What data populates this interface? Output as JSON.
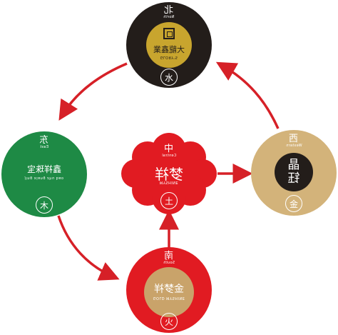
{
  "colors": {
    "north": "#231d1a",
    "north_logo": "#c8a52e",
    "east": "#1e8a45",
    "east_inner": "#ffffff",
    "west": "#d3b37a",
    "west_logo": "#231d1a",
    "south": "#e11b22",
    "south_inner": "#c9a36a",
    "center": "#e11b22",
    "arrow": "#d62027"
  },
  "nodes": {
    "north": {
      "dir_zh": "北",
      "dir_en": "North",
      "brand_zh": "大龍鑫業",
      "brand_en": "GLORY'S",
      "element": "水",
      "icon": "seal-logo-icon"
    },
    "east": {
      "dir_zh": "东",
      "dir_en": "East",
      "brand_zh": "鑫祥珠宝",
      "brand_en": "jing xiang zhu bao",
      "element": "木"
    },
    "west": {
      "dir_zh": "西",
      "dir_en": "Western",
      "brand_zh": "晶钰",
      "element": "金"
    },
    "south": {
      "dir_zh": "南",
      "dir_en": "South",
      "brand_zh": "金梦祥",
      "brand_en": "GOLD MYSHINE",
      "element": "火"
    },
    "center": {
      "dir_zh": "中",
      "dir_en": "Central",
      "brand_zh": "梦祥",
      "brand_en": "MYSHINE",
      "element": "土"
    }
  }
}
